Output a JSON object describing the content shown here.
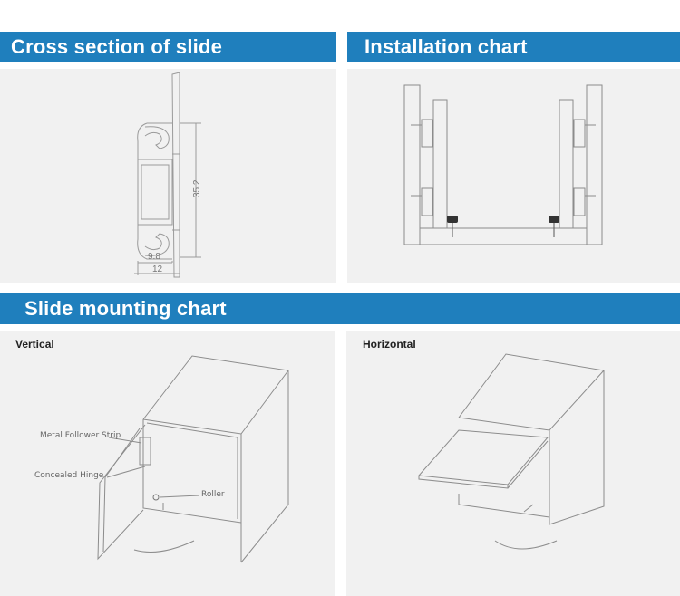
{
  "sections": {
    "cross_section": {
      "title": "Cross section of slide"
    },
    "installation": {
      "title": "Installation chart"
    },
    "mounting": {
      "title": "Slide mounting chart"
    }
  },
  "dimensions": {
    "height": "35.2",
    "inner_width": "9.8",
    "width": "12"
  },
  "mounting": {
    "vertical": {
      "label": "Vertical",
      "callouts": {
        "metal_strip": "Metal Follower Strip",
        "hinge": "Concealed Hinge",
        "roller": "Roller"
      }
    },
    "horizontal": {
      "label": "Horizontal"
    }
  },
  "colors": {
    "banner": "#1f7fbd",
    "panel": "#f1f1f1"
  }
}
